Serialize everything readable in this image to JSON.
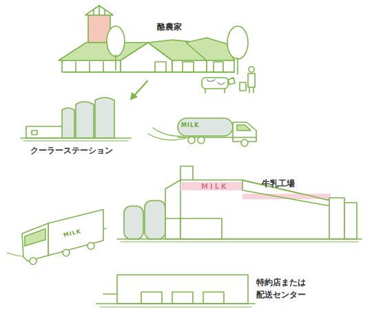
{
  "diagram": {
    "labels": [
      "酪農家",
      "クーラーステーション",
      "MILK",
      "牛乳工場",
      "MILK",
      "MILK",
      "特約店または 配送センター"
    ]
  }
}
